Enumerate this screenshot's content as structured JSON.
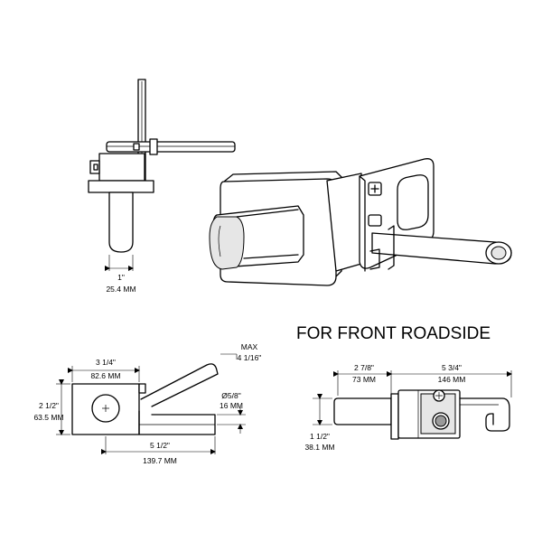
{
  "title": "FOR FRONT ROADSIDE",
  "dims": {
    "side_width_in": "1\"",
    "side_width_mm": "25.4 MM",
    "top_width_in": "3 1/4\"",
    "top_width_mm": "82.6 MM",
    "top_height_in": "2 1/2\"",
    "top_height_mm": "63.5 MM",
    "top_length_in": "5 1/2\"",
    "top_length_mm": "139.7 MM",
    "max_label": "MAX",
    "max_value": "4 1/16\"",
    "pin_dia_in": "Ø5/8\"",
    "pin_dia_mm": "16 MM",
    "front_a_in": "2 7/8\"",
    "front_a_mm": "73 MM",
    "front_b_in": "5 3/4\"",
    "front_b_mm": "146 MM",
    "front_h_in": "1 1/2\"",
    "front_h_mm": "38.1 MM"
  }
}
